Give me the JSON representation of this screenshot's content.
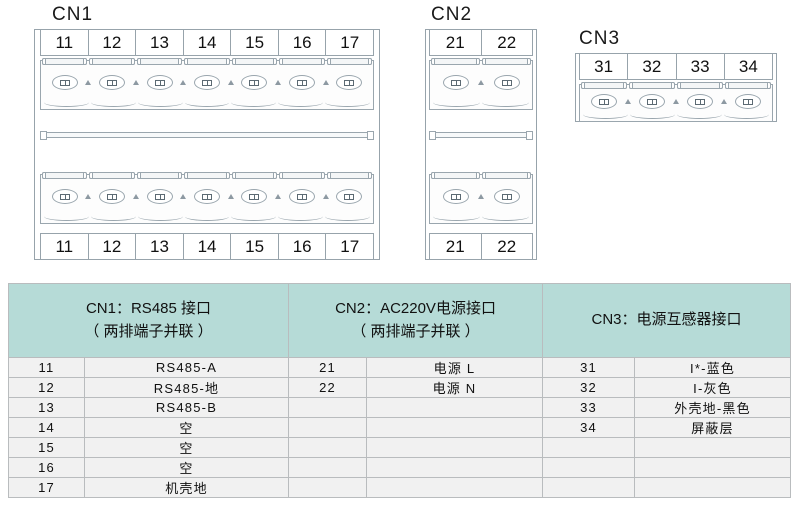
{
  "connectors": [
    {
      "id": "CN1",
      "title": "CN1",
      "pins": [
        "11",
        "12",
        "13",
        "14",
        "15",
        "16",
        "17"
      ],
      "dual_row": true
    },
    {
      "id": "CN2",
      "title": "CN2",
      "pins": [
        "21",
        "22"
      ],
      "dual_row": true
    },
    {
      "id": "CN3",
      "title": "CN3",
      "pins": [
        "31",
        "32",
        "33",
        "34"
      ],
      "dual_row": false
    }
  ],
  "table": {
    "headers": [
      {
        "line1": "CN1：RS485 接口",
        "line2": "（ 两排端子并联 ）"
      },
      {
        "line1": "CN2：AC220V电源接口",
        "line2": "（ 两排端子并联 ）"
      },
      {
        "line1": "CN3：电源互感器接口",
        "line2": ""
      }
    ],
    "rows": [
      {
        "cn1_pin": "11",
        "cn1_desc": "RS485-A",
        "cn2_pin": "21",
        "cn2_desc": "电源 L",
        "cn3_pin": "31",
        "cn3_desc": "I*-蓝色"
      },
      {
        "cn1_pin": "12",
        "cn1_desc": "RS485-地",
        "cn2_pin": "22",
        "cn2_desc": "电源 N",
        "cn3_pin": "32",
        "cn3_desc": "I-灰色"
      },
      {
        "cn1_pin": "13",
        "cn1_desc": "RS485-B",
        "cn2_pin": "",
        "cn2_desc": "",
        "cn3_pin": "33",
        "cn3_desc": "外壳地-黑色"
      },
      {
        "cn1_pin": "14",
        "cn1_desc": "空",
        "cn2_pin": "",
        "cn2_desc": "",
        "cn3_pin": "34",
        "cn3_desc": "屏蔽层"
      },
      {
        "cn1_pin": "15",
        "cn1_desc": "空",
        "cn2_pin": "",
        "cn2_desc": "",
        "cn3_pin": "",
        "cn3_desc": ""
      },
      {
        "cn1_pin": "16",
        "cn1_desc": "空",
        "cn2_pin": "",
        "cn2_desc": "",
        "cn3_pin": "",
        "cn3_desc": ""
      },
      {
        "cn1_pin": "17",
        "cn1_desc": "机壳地",
        "cn2_pin": "",
        "cn2_desc": "",
        "cn3_pin": "",
        "cn3_desc": ""
      }
    ]
  },
  "colors": {
    "header_bg": "#b6dbd7",
    "row_bg": "#f1f1f1",
    "grid_line": "#b9bcbe",
    "drawing_line": "#97a3ab"
  }
}
